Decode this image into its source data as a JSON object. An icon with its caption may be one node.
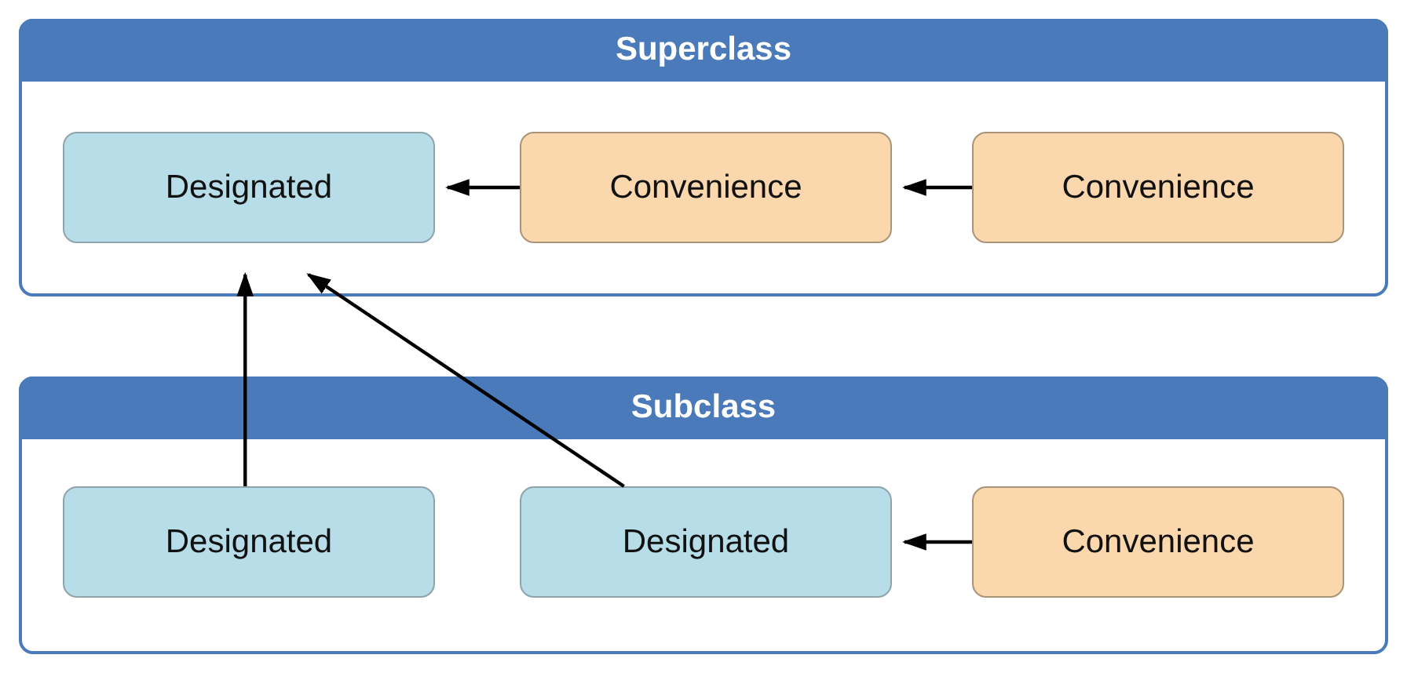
{
  "diagram": {
    "nodes": [
      {
        "text": [
          "Superclass"
        ]
      },
      {
        "text": [
          "Designated"
        ],
        "in": 0
      },
      {
        "text": [
          "Convenience"
        ],
        "in": 0
      },
      {
        "text": [
          "Convenience"
        ],
        "in": 0
      },
      {
        "text": [
          "Subclass"
        ]
      },
      {
        "text": [
          "Designated"
        ],
        "in": 4
      },
      {
        "text": [
          "Designated"
        ],
        "in": 4
      },
      {
        "text": [
          "Convenience"
        ],
        "in": 4
      }
    ],
    "edges": [
      {
        "from": 2,
        "to": 1,
        "arrow": "to"
      },
      {
        "from": 3,
        "to": 2,
        "arrow": "to"
      },
      {
        "from": 5,
        "to": 1,
        "arrow": "to"
      },
      {
        "from": 6,
        "to": 1,
        "arrow": "to"
      },
      {
        "from": 7,
        "to": 6,
        "arrow": "to"
      }
    ]
  }
}
